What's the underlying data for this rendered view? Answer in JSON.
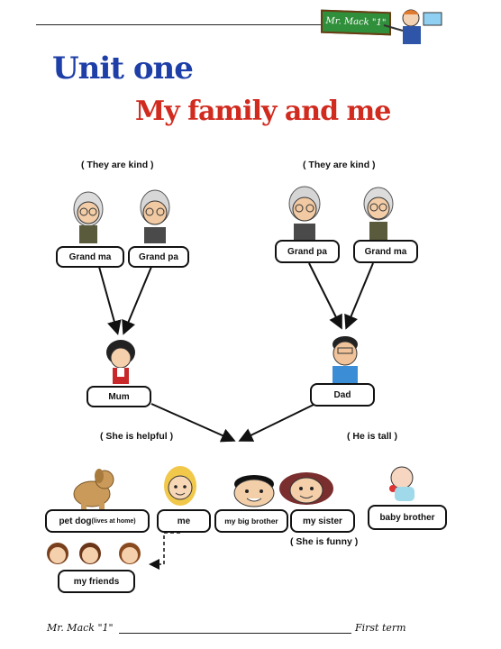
{
  "header": {
    "board_text": "Mr. Mack \"1\""
  },
  "title": {
    "line1": "Unit one",
    "line2": "My family and me"
  },
  "notes": {
    "left_grandparents": "( They are kind )",
    "right_grandparents": "( They are kind )",
    "mum": "( She is helpful )",
    "dad": "( He is  tall )",
    "sister": "( She is funny )"
  },
  "boxes": {
    "grandma_left": "Grand ma",
    "grandpa_left": "Grand pa",
    "grandpa_right": "Grand pa",
    "grandma_right": "Grand ma",
    "mum": "Mum",
    "dad": "Dad",
    "pet_dog": "pet dog",
    "pet_dog_note": "(lives at home)",
    "me": "me",
    "big_brother": "my big brother",
    "sister": "my sister",
    "baby_brother": "baby brother",
    "friends": "my friends"
  },
  "footer": {
    "left": "Mr. Mack \"1\"",
    "right": "First term"
  },
  "colors": {
    "blue": "#1f3fa8",
    "red": "#d12a1f",
    "green": "#2d9a3a",
    "yellow": "#e3b21b"
  }
}
